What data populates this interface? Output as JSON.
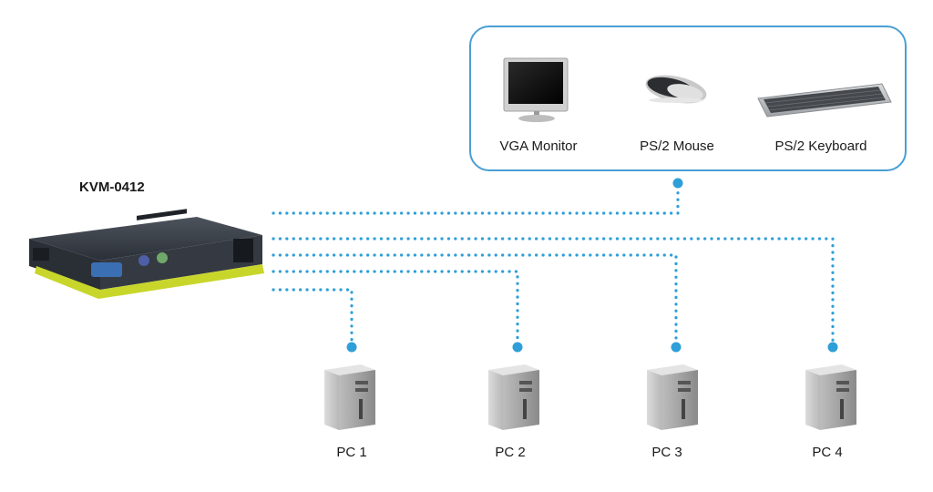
{
  "product": {
    "name": "KVM-0412"
  },
  "console": {
    "devices": [
      {
        "label": "VGA Monitor",
        "icon": "monitor-icon"
      },
      {
        "label": "PS/2 Mouse",
        "icon": "mouse-icon"
      },
      {
        "label": "PS/2 Keyboard",
        "icon": "keyboard-icon"
      }
    ]
  },
  "computers": [
    {
      "label": "PC 1",
      "icon": "pc-tower-icon"
    },
    {
      "label": "PC 2",
      "icon": "pc-tower-icon"
    },
    {
      "label": "PC 3",
      "icon": "pc-tower-icon"
    },
    {
      "label": "PC 4",
      "icon": "pc-tower-icon"
    }
  ],
  "colors": {
    "connector": "#2e9fd8",
    "box_border": "#4a9fd4",
    "switch_accent": "#c8d62b",
    "switch_body": "#3a3f47"
  }
}
